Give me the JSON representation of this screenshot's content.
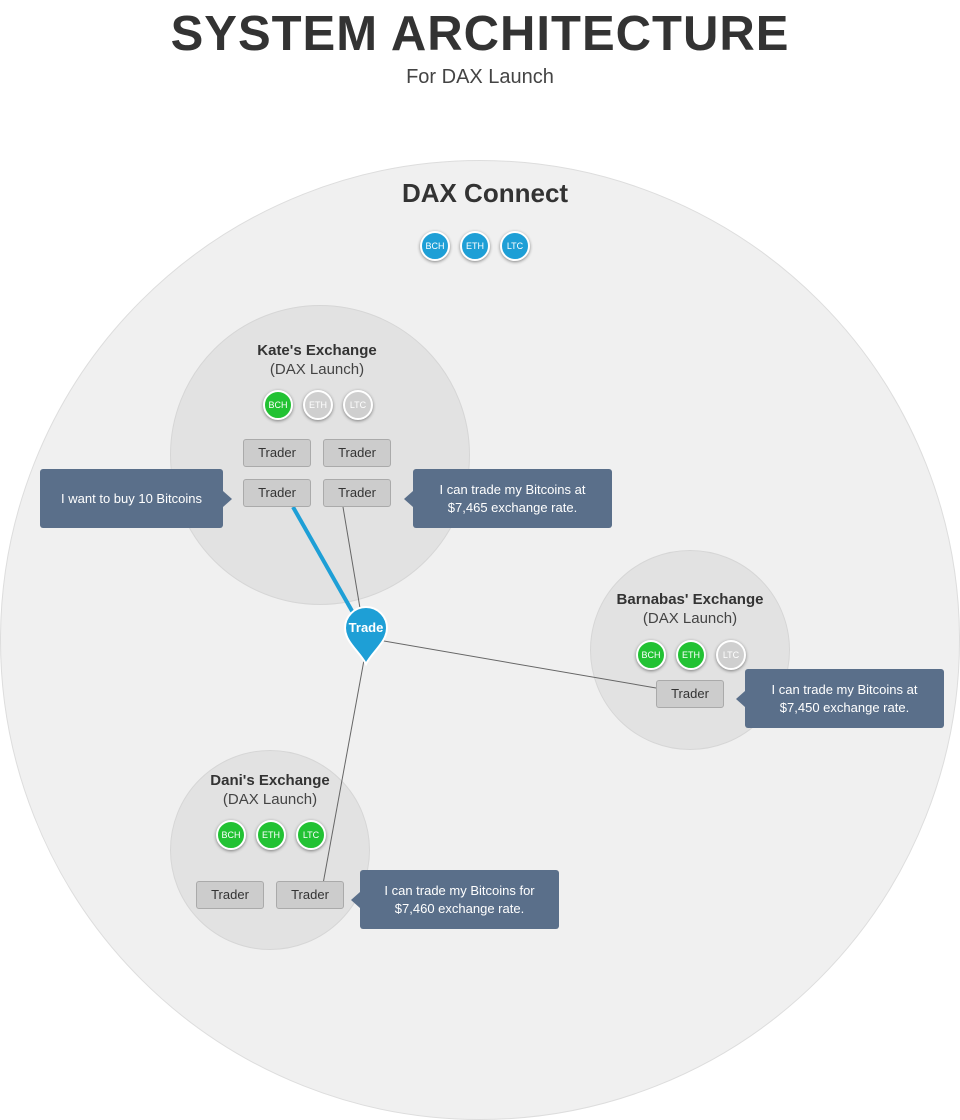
{
  "header": {
    "title": "SYSTEM ARCHITECTURE",
    "subtitle": "For DAX Launch"
  },
  "dax_connect": {
    "title": "DAX Connect",
    "coins": [
      {
        "label": "BCH",
        "color": "blue"
      },
      {
        "label": "ETH",
        "color": "blue"
      },
      {
        "label": "LTC",
        "color": "blue"
      }
    ]
  },
  "kate": {
    "title": "Kate's Exchange",
    "subtitle": "(DAX Launch)",
    "coins": [
      {
        "label": "BCH",
        "color": "green"
      },
      {
        "label": "ETH",
        "color": "gray"
      },
      {
        "label": "LTC",
        "color": "gray"
      }
    ],
    "traders": [
      "Trader",
      "Trader",
      "Trader",
      "Trader"
    ]
  },
  "barnabas": {
    "title": "Barnabas' Exchange",
    "subtitle": "(DAX Launch)",
    "coins": [
      {
        "label": "BCH",
        "color": "green"
      },
      {
        "label": "ETH",
        "color": "green"
      },
      {
        "label": "LTC",
        "color": "gray"
      }
    ],
    "traders": [
      "Trader"
    ]
  },
  "dani": {
    "title": "Dani's Exchange",
    "subtitle": "(DAX Launch)",
    "coins": [
      {
        "label": "BCH",
        "color": "green"
      },
      {
        "label": "ETH",
        "color": "green"
      },
      {
        "label": "LTC",
        "color": "green"
      }
    ],
    "traders": [
      "Trader",
      "Trader"
    ]
  },
  "trade_pin": {
    "label": "Trade"
  },
  "callouts": {
    "buy": "I want to buy 10 Bitcoins",
    "kate_sell": "I can trade my Bitcoins at\n$7,465 exchange rate.",
    "barnabas_sell": "I can trade my Bitcoins at\n$7,450 exchange rate.",
    "dani_sell": "I can trade my Bitcoins for\n$7,460  exchange rate."
  },
  "colors": {
    "accent_blue": "#1e9fd6",
    "coin_green": "#22c233",
    "coin_gray": "#cfcfcf",
    "callout_bg": "#5a6f8a",
    "circle_outer": "#f0f0f0",
    "circle_inner": "#e2e2e2"
  }
}
